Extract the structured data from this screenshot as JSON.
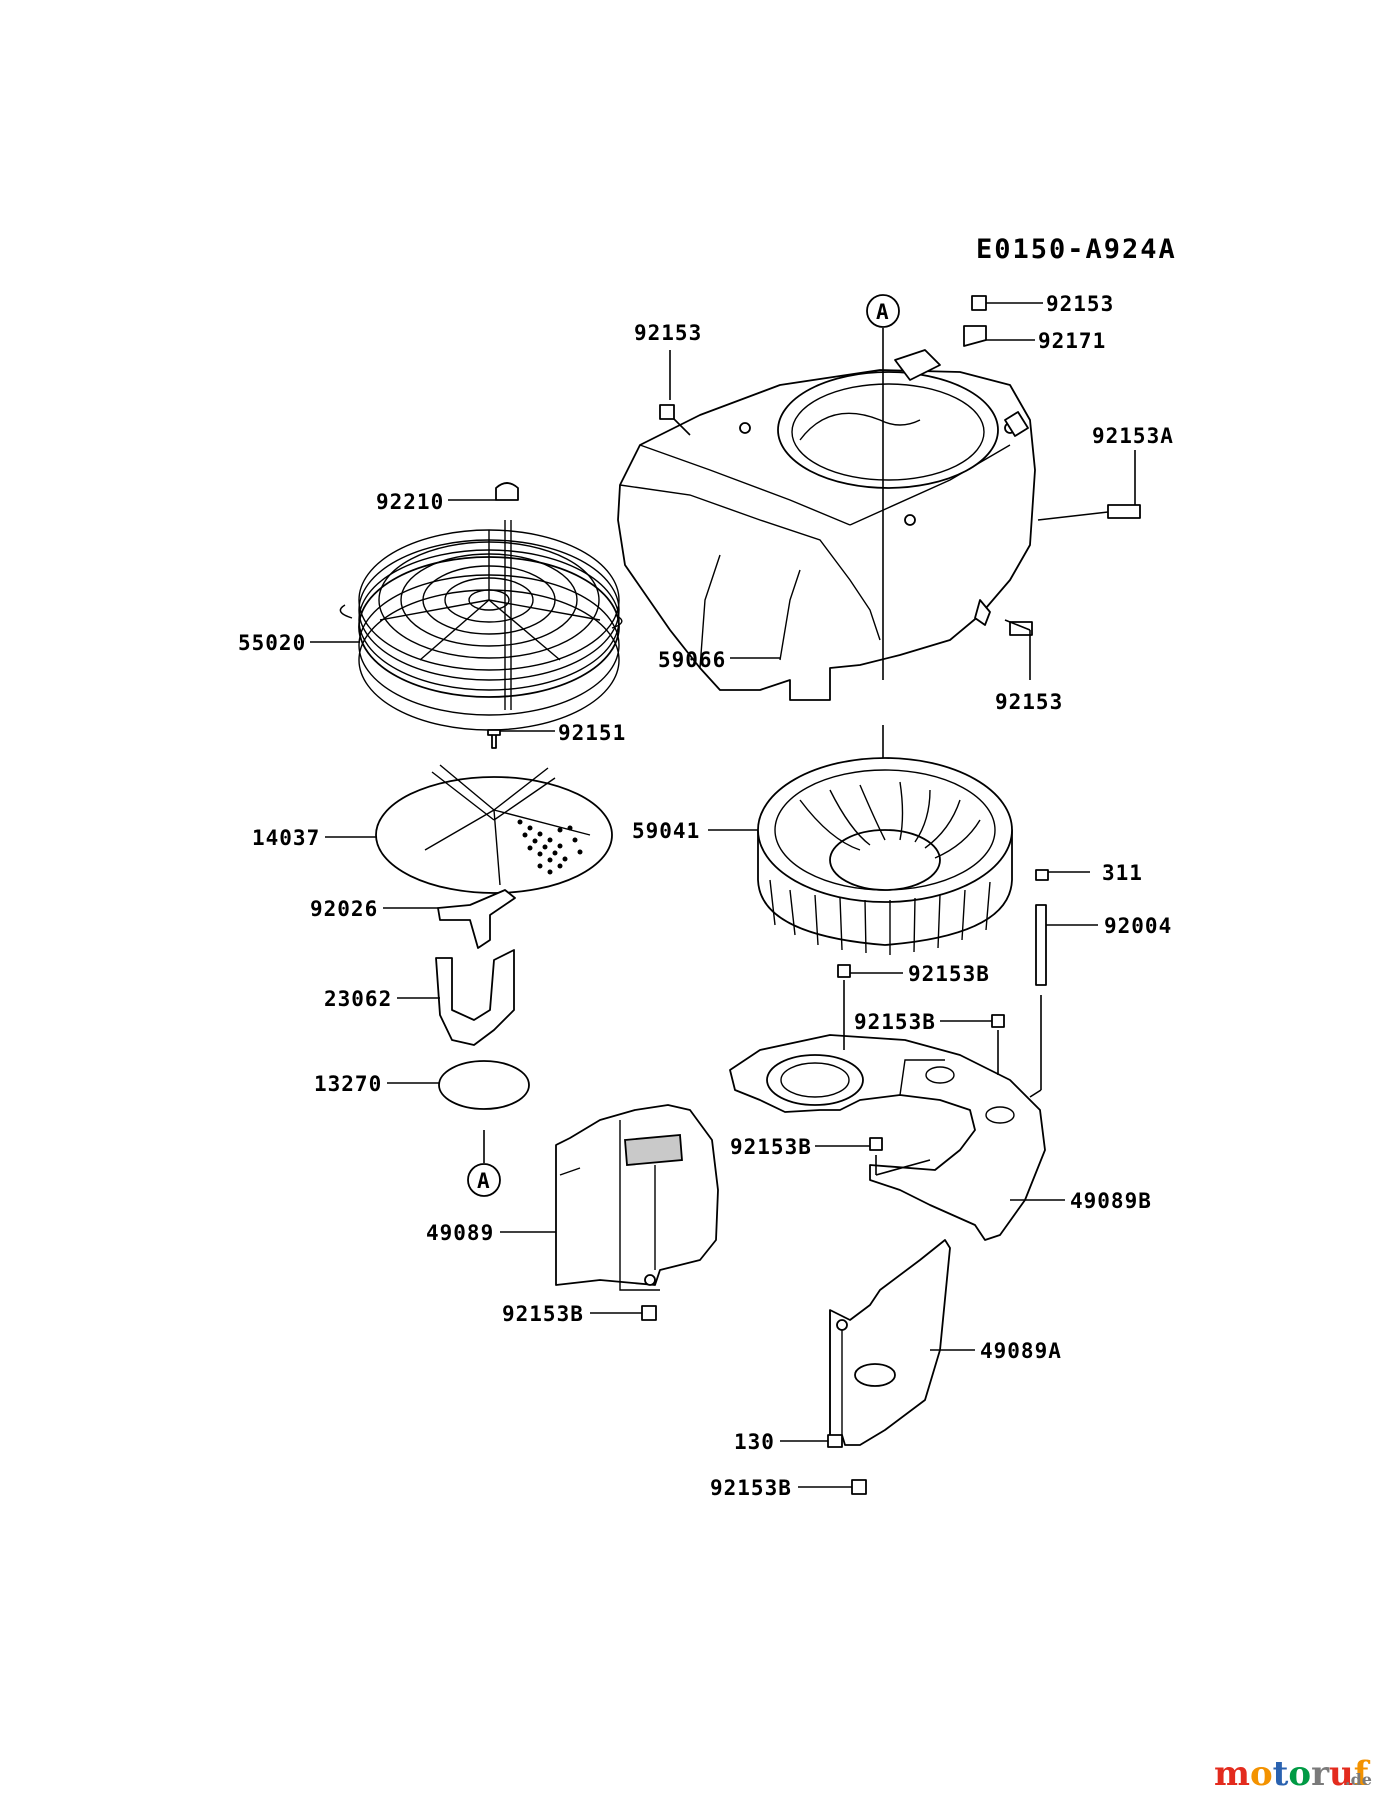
{
  "diagram": {
    "reference_code": "E0150-A924A",
    "callout_marker": "A",
    "part_labels": {
      "p92153_top": "92153",
      "p92171": "92171",
      "p92153_left": "92153",
      "p92153A": "92153A",
      "p92210": "92210",
      "p55020": "55020",
      "p59066": "59066",
      "p92153_right": "92153",
      "p92151": "92151",
      "p14037": "14037",
      "p59041": "59041",
      "p311": "311",
      "p92004": "92004",
      "p92026": "92026",
      "p92153B_1": "92153B",
      "p23062": "23062",
      "p92153B_2": "92153B",
      "p13270": "13270",
      "p92153B_3": "92153B",
      "p49089": "49089",
      "p49089B": "49089B",
      "p92153B_4": "92153B",
      "p49089A": "49089A",
      "p130": "130",
      "p92153B_5": "92153B"
    }
  },
  "watermark": {
    "brand": "motoruf",
    "suffix": ".de",
    "colors": [
      "#e32b1e",
      "#f39200",
      "#2a62b0",
      "#009a44",
      "#7a7a7a"
    ]
  }
}
